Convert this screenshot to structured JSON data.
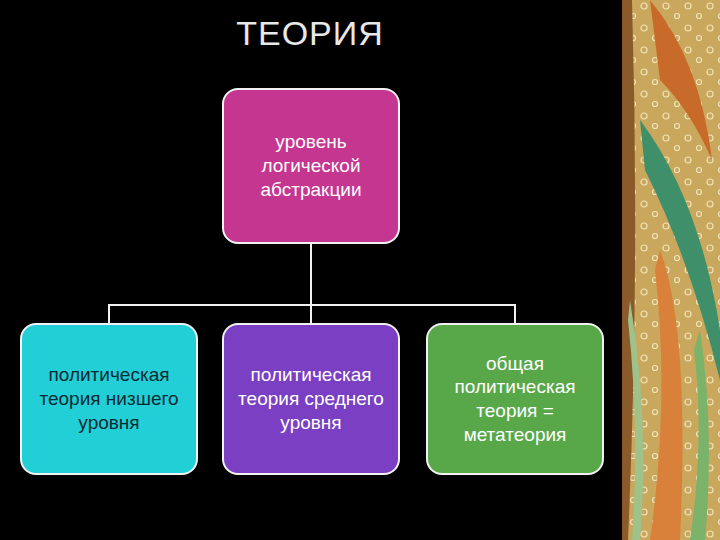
{
  "diagram": {
    "title": "ТЕОРИЯ",
    "nodes": [
      {
        "text": [
          "уровень логической абстракции"
        ]
      },
      {
        "text": [
          "политическая теория низшего уровня"
        ]
      },
      {
        "text": [
          "политическая теория среднего уровня"
        ]
      },
      {
        "text": [
          "общая политическая теория = метатеория"
        ]
      }
    ],
    "edges": [
      {
        "from": 0,
        "to": 1,
        "arrow": "none"
      },
      {
        "from": 0,
        "to": 2,
        "arrow": "none"
      },
      {
        "from": 0,
        "to": 3,
        "arrow": "none"
      }
    ]
  }
}
